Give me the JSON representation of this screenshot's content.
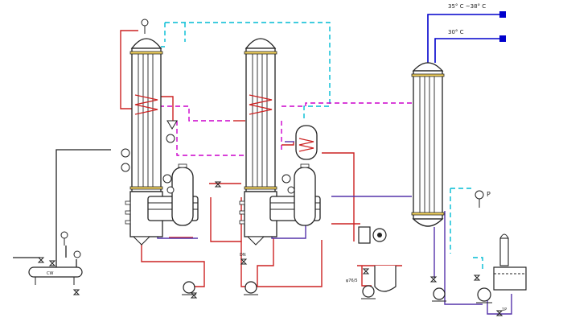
{
  "labels": {
    "temp_range": "35° C ~38° C",
    "temp_single": "30° C",
    "left_header_tag": "CW",
    "gauge_p": "P",
    "rail_tag": "DN",
    "pump_tag": "φ76/5",
    "tank_tag_b": "1P"
  },
  "colors": {
    "process": "#222222",
    "steam": "#cc2222",
    "vapor": "#cc00cc",
    "cooling": "#00bcd4",
    "water": "#0000cc",
    "condensate": "#5533aa"
  }
}
